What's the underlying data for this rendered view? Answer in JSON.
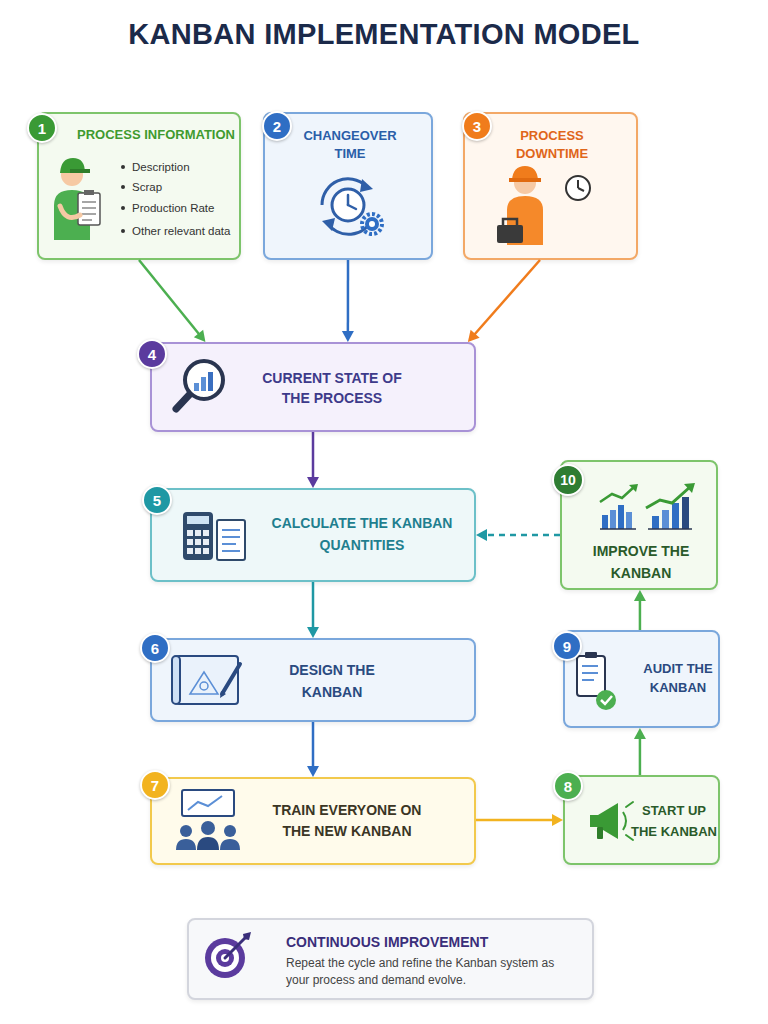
{
  "diagram": {
    "title": "KANBAN IMPLEMENTATION MODEL",
    "nodes": [
      {
        "text": [
          "PROCESS INFORMATION",
          "Description",
          "Scrap",
          "Production Rate",
          "Other relevant data"
        ]
      },
      {
        "text": [
          "1"
        ],
        "in": 0
      },
      {
        "text": [
          "CHANGEOVER TIME"
        ]
      },
      {
        "text": [
          "2"
        ],
        "in": 2
      },
      {
        "text": [
          "PROCESS DOWNTIME"
        ]
      },
      {
        "text": [
          "3"
        ],
        "in": 4
      },
      {
        "text": [
          "CURRENT STATE OF THE PROCESS"
        ]
      },
      {
        "text": [
          "4"
        ],
        "in": 6
      },
      {
        "text": [
          "CALCULATE THE KANBAN QUANTITIES"
        ]
      },
      {
        "text": [
          "5"
        ],
        "in": 8
      },
      {
        "text": [
          "DESIGN THE KANBAN"
        ]
      },
      {
        "text": [
          "6"
        ],
        "in": 10
      },
      {
        "text": [
          "TRAIN EVERYONE ON THE NEW KANBAN"
        ]
      },
      {
        "text": [
          "7"
        ],
        "in": 12
      },
      {
        "text": [
          "START UP THE KANBAN"
        ]
      },
      {
        "text": [
          "8"
        ],
        "in": 14
      },
      {
        "text": [
          "AUDIT THE KANBAN"
        ]
      },
      {
        "text": [
          "9"
        ],
        "in": 16
      },
      {
        "text": [
          "IMPROVE THE KANBAN"
        ]
      },
      {
        "text": [
          "10"
        ],
        "in": 18
      },
      {
        "text": [
          "CONTINUOUS IMPROVEMENT",
          "Repeat the cycle and refine the Kanban system as your process and demand evolve."
        ]
      }
    ],
    "edges": [
      {
        "from": 0,
        "to": 6,
        "arrow": "to"
      },
      {
        "from": 2,
        "to": 6,
        "arrow": "to"
      },
      {
        "from": 4,
        "to": 6,
        "arrow": "to"
      },
      {
        "from": 6,
        "to": 8,
        "arrow": "to"
      },
      {
        "from": 8,
        "to": 10,
        "arrow": "to"
      },
      {
        "from": 10,
        "to": 12,
        "arrow": "to"
      },
      {
        "from": 12,
        "to": 14,
        "arrow": "to"
      },
      {
        "from": 14,
        "to": 16,
        "arrow": "to"
      },
      {
        "from": 16,
        "to": 18,
        "arrow": "to"
      },
      {
        "from": 18,
        "to": 8,
        "arrow": "to"
      }
    ]
  }
}
